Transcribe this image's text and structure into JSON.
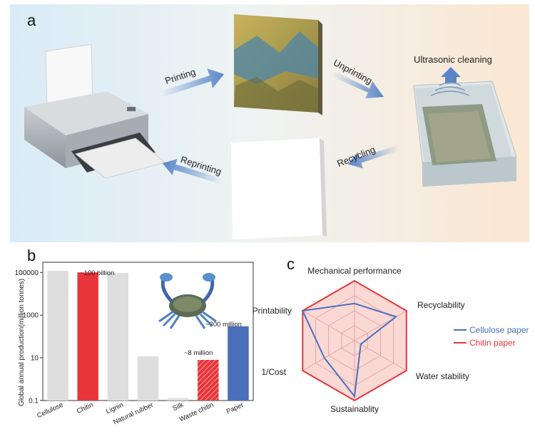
{
  "panel_a": {
    "letter": "a",
    "steps": {
      "printing": "Printing",
      "unprinting": "Unprinting",
      "ultrasonic": "Ultrasonic cleaning",
      "recycling": "Recycling",
      "reprinting": "Reprinting"
    },
    "colors": {
      "arrow": "#5a84c8",
      "background_left": "#d9ebf6",
      "background_right": "#fbe7d2"
    }
  },
  "panel_b": {
    "letter": "b",
    "annotations": {
      "chitin": "~100 billion",
      "waste_chitin": "~8 million",
      "paper": "~300 million"
    }
  },
  "panel_c": {
    "letter": "c",
    "legend": {
      "cellulose": "Cellulose paper",
      "chitin": "Chitin paper"
    }
  },
  "chart_data": [
    {
      "type": "bar",
      "title": "",
      "xlabel": "",
      "ylabel": "Global annual production(million tonnes)",
      "yscale": "log",
      "ylim": [
        0.1,
        300000
      ],
      "yticks": [
        "0.1",
        "10",
        "1000",
        "100000"
      ],
      "categories": [
        "Cellulose",
        "Chitin",
        "Lignin",
        "Natural rubber",
        "Silk",
        "Waste chitin",
        "Paper"
      ],
      "values": [
        120000,
        100000,
        95000,
        12,
        0.13,
        8,
        300
      ],
      "colors": [
        "#dedede",
        "#e8353a",
        "#dedede",
        "#dedede",
        "#dedede",
        "#e8353a",
        "#4a6fba"
      ],
      "hatched": [
        false,
        false,
        false,
        false,
        false,
        true,
        false
      ],
      "grid": false
    },
    {
      "type": "radar",
      "title": "",
      "axes": [
        "Mechanical performance",
        "Recyclability",
        "Water stability",
        "Sustainablity",
        "1/Cost",
        "Printability"
      ],
      "range": [
        0,
        1
      ],
      "series": [
        {
          "name": "Cellulose paper",
          "color": "#4a6fc0",
          "values": [
            0.62,
            0.8,
            0.12,
            0.93,
            0.58,
            1.0
          ]
        },
        {
          "name": "Chitin paper",
          "color": "#e8353a",
          "values": [
            1.0,
            1.0,
            1.0,
            1.0,
            1.0,
            1.0
          ]
        }
      ],
      "grid_levels": 4,
      "legend": "right"
    }
  ]
}
